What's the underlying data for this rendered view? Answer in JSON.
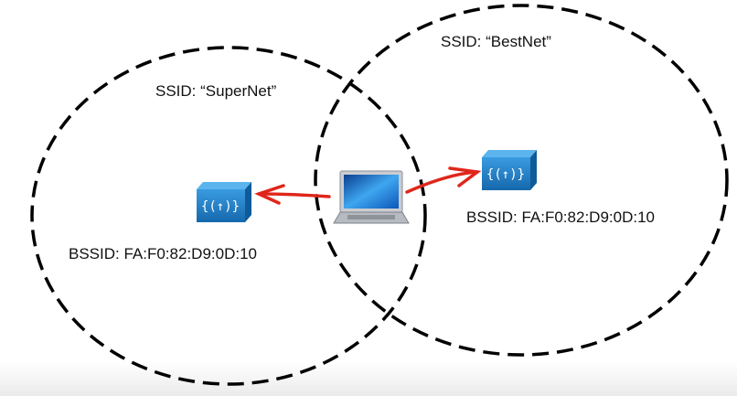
{
  "networks": [
    {
      "ssid_label": "SSID: “SuperNet”",
      "bssid_label": "BSSID: FA:F0:82:D9:0D:10"
    },
    {
      "ssid_label": "SSID: “BestNet”",
      "bssid_label": "BSSID: FA:F0:82:D9:0D:10"
    }
  ],
  "colors": {
    "arrow": "#e0261b",
    "access_point": "#1e7fc4",
    "outline": "#000000"
  }
}
